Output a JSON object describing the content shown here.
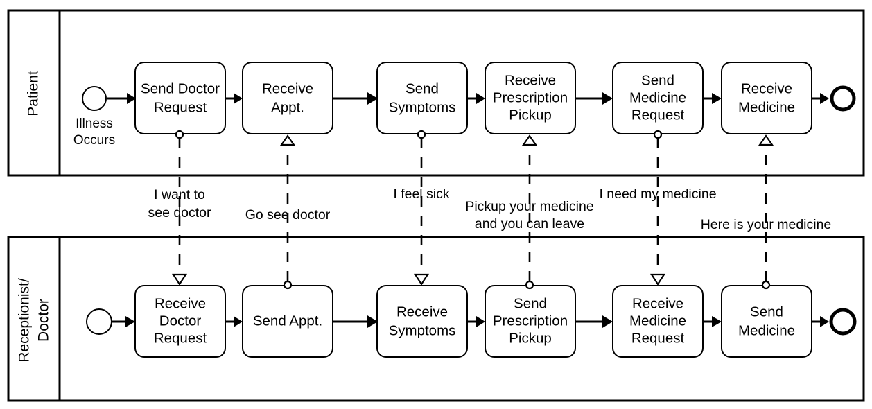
{
  "diagram": {
    "title": "BPMN Collaboration Diagram - Patient / Receptionist-Doctor",
    "type": "bpmn-collaboration",
    "colors": {
      "stroke": "#000000",
      "fill": "#ffffff"
    }
  },
  "pools": [
    {
      "id": "patient",
      "label": "Patient",
      "label_lines": [
        "Patient"
      ],
      "start_event": {
        "label_lines": [
          "Illness",
          "Occurs"
        ],
        "type": "start-event"
      },
      "end_event": {
        "label": "",
        "type": "end-event"
      },
      "tasks": [
        {
          "id": "p1",
          "lines": [
            "Send Doctor",
            "Request"
          ],
          "type": "send-task"
        },
        {
          "id": "p2",
          "lines": [
            "Receive",
            "Appt."
          ],
          "type": "receive-task"
        },
        {
          "id": "p3",
          "lines": [
            "Send",
            "Symptoms"
          ],
          "type": "send-task"
        },
        {
          "id": "p4",
          "lines": [
            "Receive",
            "Prescription",
            "Pickup"
          ],
          "type": "receive-task"
        },
        {
          "id": "p5",
          "lines": [
            "Send",
            "Medicine",
            "Request"
          ],
          "type": "send-task"
        },
        {
          "id": "p6",
          "lines": [
            "Receive",
            "Medicine"
          ],
          "type": "receive-task"
        }
      ]
    },
    {
      "id": "receptionist-doctor",
      "label": "Receptionist/ Doctor",
      "label_lines": [
        "Receptionist/",
        "Doctor"
      ],
      "start_event": {
        "label": "",
        "type": "start-event"
      },
      "end_event": {
        "label": "",
        "type": "end-event"
      },
      "tasks": [
        {
          "id": "d1",
          "lines": [
            "Receive",
            "Doctor",
            "Request"
          ],
          "type": "receive-task"
        },
        {
          "id": "d2",
          "lines": [
            "Send Appt."
          ],
          "type": "send-task"
        },
        {
          "id": "d3",
          "lines": [
            "Receive",
            "Symptoms"
          ],
          "type": "receive-task"
        },
        {
          "id": "d4",
          "lines": [
            "Send",
            "Prescription",
            "Pickup"
          ],
          "type": "send-task"
        },
        {
          "id": "d5",
          "lines": [
            "Receive",
            "Medicine",
            "Request"
          ],
          "type": "receive-task"
        },
        {
          "id": "d6",
          "lines": [
            "Send",
            "Medicine"
          ],
          "type": "send-task"
        }
      ]
    }
  ],
  "message_flows": [
    {
      "id": "m1",
      "from": "p1",
      "to": "d1",
      "direction": "down",
      "label_lines": [
        "I want to",
        "see doctor"
      ]
    },
    {
      "id": "m2",
      "from": "d2",
      "to": "p2",
      "direction": "up",
      "label_lines": [
        "Go see doctor"
      ]
    },
    {
      "id": "m3",
      "from": "p3",
      "to": "d3",
      "direction": "down",
      "label_lines": [
        "I feel sick"
      ]
    },
    {
      "id": "m4",
      "from": "d4",
      "to": "p4",
      "direction": "up",
      "label_lines": [
        "Pickup your medicine",
        "and you can leave"
      ]
    },
    {
      "id": "m5",
      "from": "p5",
      "to": "d5",
      "direction": "down",
      "label_lines": [
        "I need my medicine"
      ]
    },
    {
      "id": "m6",
      "from": "d6",
      "to": "p6",
      "direction": "up",
      "label_lines": [
        "Here is your medicine"
      ]
    }
  ]
}
